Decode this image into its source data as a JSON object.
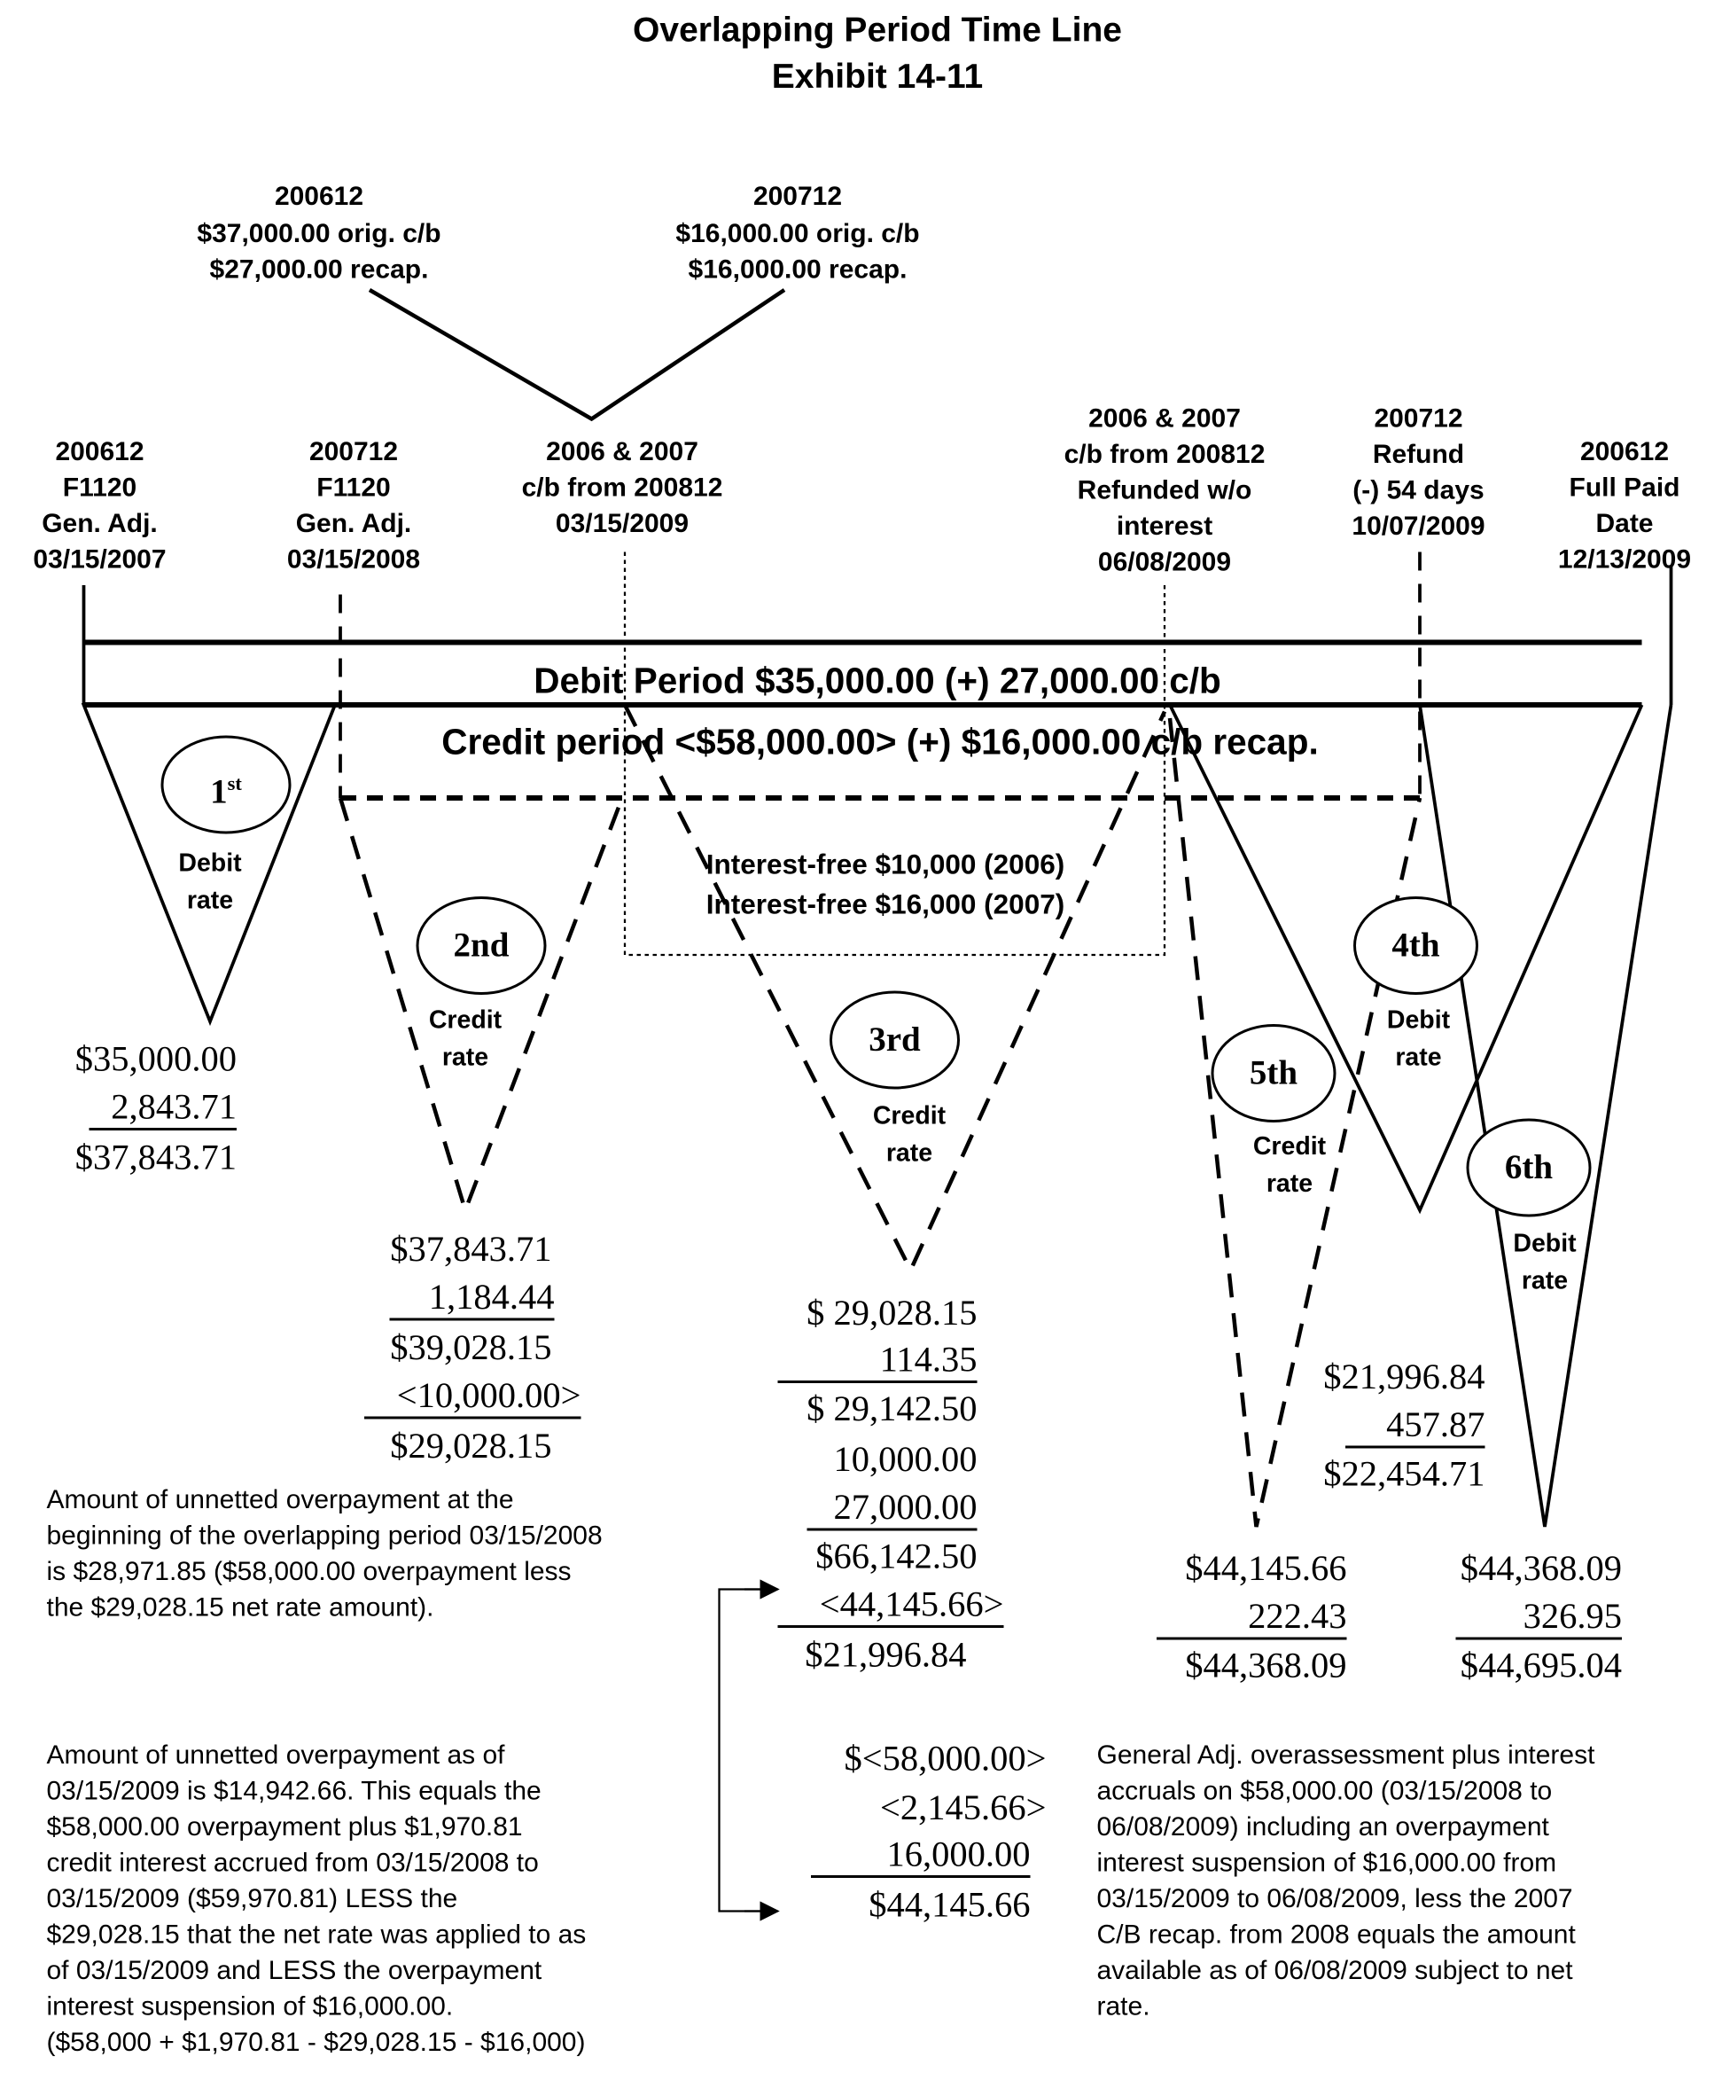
{
  "title": {
    "line1": "Overlapping Period Time Line",
    "line2": "Exhibit 14-11"
  },
  "top_labels": [
    {
      "lines": [
        "200612",
        "$37,000.00 orig. c/b",
        "$27,000.00 recap."
      ]
    },
    {
      "lines": [
        "200712",
        "$16,000.00 orig. c/b",
        "$16,000.00 recap."
      ]
    }
  ],
  "date_labels": [
    {
      "lines": [
        "200612",
        "F1120",
        "Gen. Adj.",
        "03/15/2007"
      ]
    },
    {
      "lines": [
        "200712",
        "F1120",
        "Gen. Adj.",
        "03/15/2008"
      ]
    },
    {
      "lines": [
        "2006 & 2007",
        "c/b from 200812",
        "03/15/2009"
      ]
    },
    {
      "lines": [
        "2006 & 2007",
        "c/b from 200812",
        "Refunded w/o",
        "interest",
        "06/08/2009"
      ]
    },
    {
      "lines": [
        "200712",
        "Refund",
        "(-) 54 days",
        "10/07/2009"
      ]
    },
    {
      "lines": [
        "200612",
        "Full Paid",
        "Date",
        "12/13/2009"
      ]
    }
  ],
  "bands": {
    "debit_period": "Debit Period $35,000.00 (+) 27,000.00 c/b",
    "credit_period": "Credit period <$58,000.00> (+) $16,000.00 c/b recap."
  },
  "interest_free": [
    "Interest-free $10,000 (2006)",
    "Interest-free $16,000 (2007)"
  ],
  "periods": [
    {
      "ordinal": "1",
      "suffix": "st",
      "rate": [
        "Debit",
        "rate"
      ]
    },
    {
      "ordinal": "2nd",
      "suffix": "",
      "rate": [
        "Credit",
        "rate"
      ]
    },
    {
      "ordinal": "3rd",
      "suffix": "",
      "rate": [
        "Credit",
        "rate"
      ]
    },
    {
      "ordinal": "4th",
      "suffix": "",
      "rate": [
        "Debit",
        "rate"
      ]
    },
    {
      "ordinal": "5th",
      "suffix": "",
      "rate": [
        "Credit",
        "rate"
      ]
    },
    {
      "ordinal": "6th",
      "suffix": "",
      "rate": [
        "Debit",
        "rate"
      ]
    }
  ],
  "computations": [
    [
      "$35,000.00",
      "2,843.71",
      "$37,843.71"
    ],
    [
      "$37,843.71",
      "1,184.44",
      "$39,028.15",
      "<10,000.00>",
      "$29,028.15"
    ],
    [
      "$ 29,028.15",
      "114.35",
      "$ 29,142.50",
      "10,000.00",
      "27,000.00",
      "$66,142.50",
      "<44,145.66>",
      "$21,996.84"
    ],
    [
      "$21,996.84",
      "457.87",
      "$22,454.71"
    ],
    [
      "$44,145.66",
      "222.43",
      "$44,368.09"
    ],
    [
      "$44,368.09",
      "326.95",
      "$44,695.04"
    ],
    [
      "$<58,000.00>",
      "<2,145.66>",
      "16,000.00",
      "$44,145.66"
    ]
  ],
  "notes": [
    [
      "Amount of unnetted overpayment at the",
      "beginning of the overlapping period 03/15/2008",
      "is $28,971.85 ($58,000.00 overpayment less",
      "the $29,028.15 net rate amount)."
    ],
    [
      "Amount of unnetted overpayment as of",
      "03/15/2009 is $14,942.66. This equals the",
      "$58,000.00 overpayment plus $1,970.81",
      "credit interest accrued from 03/15/2008 to",
      "03/15/2009 ($59,970.81) LESS the",
      "$29,028.15 that the net rate was applied to as",
      "of 03/15/2009 and LESS the overpayment",
      "interest suspension of $16,000.00.",
      "($58,000 + $1,970.81 - $29,028.15 - $16,000)"
    ],
    [
      "General Adj. overassessment plus interest",
      "accruals on $58,000.00 (03/15/2008 to",
      "06/08/2009) including an overpayment",
      "interest suspension of $16,000.00 from",
      "03/15/2009 to 06/08/2009, less the 2007",
      "C/B recap. from 2008 equals the amount",
      "available as of 06/08/2009 subject to net",
      "rate."
    ]
  ]
}
